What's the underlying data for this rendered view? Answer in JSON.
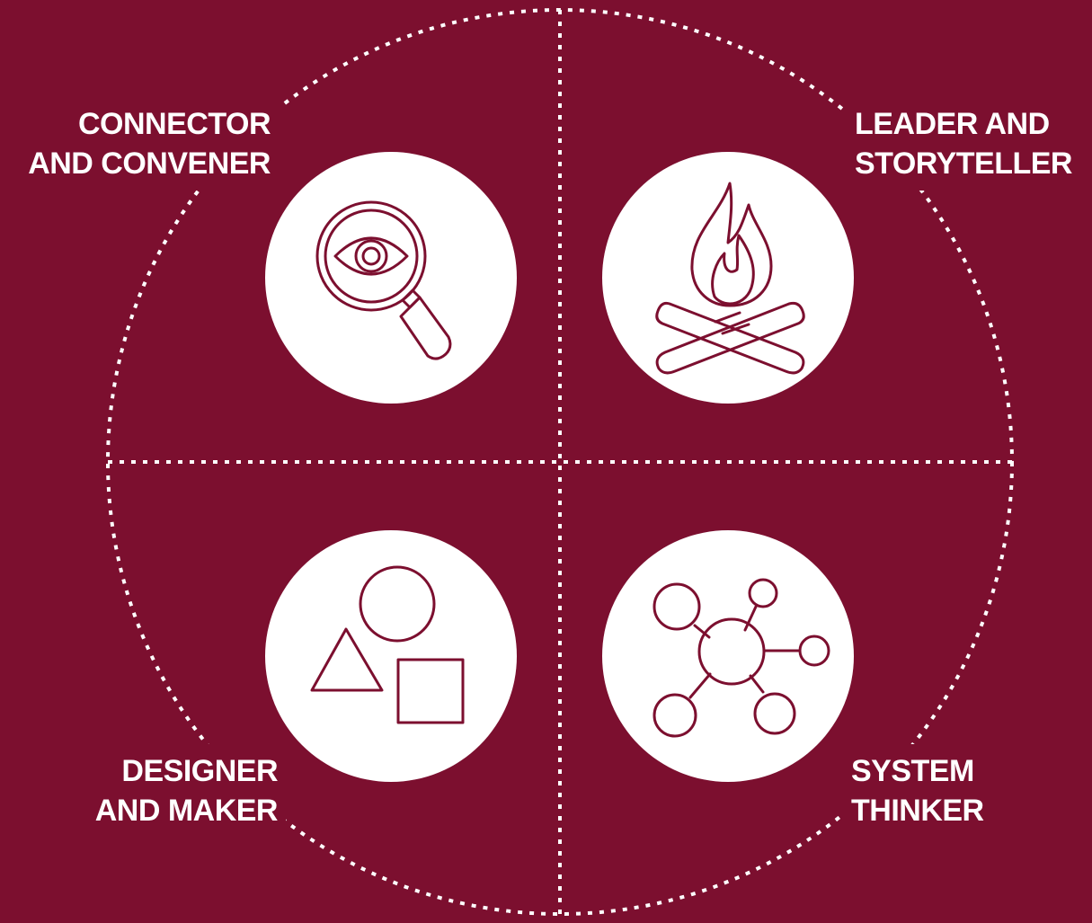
{
  "colors": {
    "background": "#7c0f2f",
    "foreground": "#ffffff",
    "icon_stroke": "#7c0f2f"
  },
  "roles": [
    {
      "id": "connector",
      "line1": "CONNECTOR",
      "line2": "AND CONVENER",
      "icon": "magnifier-eye-icon"
    },
    {
      "id": "leader",
      "line1": "LEADER AND",
      "line2": "STORYTELLER",
      "icon": "campfire-icon"
    },
    {
      "id": "designer",
      "line1": "DESIGNER",
      "line2": "AND MAKER",
      "icon": "shapes-icon"
    },
    {
      "id": "system",
      "line1": "SYSTEM",
      "line2": "THINKER",
      "icon": "network-icon"
    }
  ]
}
